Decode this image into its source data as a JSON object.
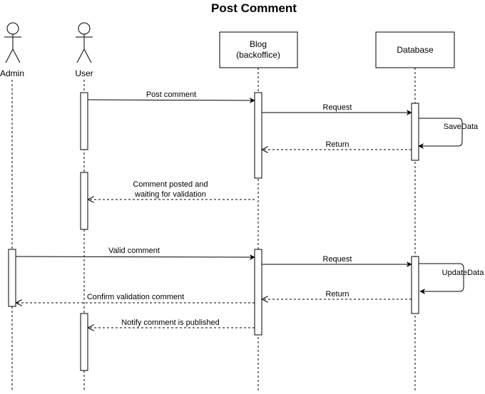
{
  "title": "Post Comment",
  "participants": {
    "admin": "Admin",
    "user": "User",
    "blog_line1": "Blog",
    "blog_line2": "(backoffice)",
    "database": "Database"
  },
  "messages": [
    {
      "label": "Post comment",
      "style": "sync"
    },
    {
      "label": "Request",
      "style": "sync"
    },
    {
      "label": "SaveData",
      "style": "self"
    },
    {
      "label": "Return",
      "style": "reply"
    },
    {
      "label_lines": [
        "Comment posted and",
        "waiting for validation"
      ],
      "style": "reply"
    },
    {
      "label": "Valid comment",
      "style": "sync"
    },
    {
      "label": "Request",
      "style": "sync"
    },
    {
      "label": "UpdateData",
      "style": "self"
    },
    {
      "label": "Return",
      "style": "reply"
    },
    {
      "label": "Confirm validation comment",
      "style": "reply"
    },
    {
      "label": "Notify comment is published",
      "style": "reply"
    }
  ]
}
